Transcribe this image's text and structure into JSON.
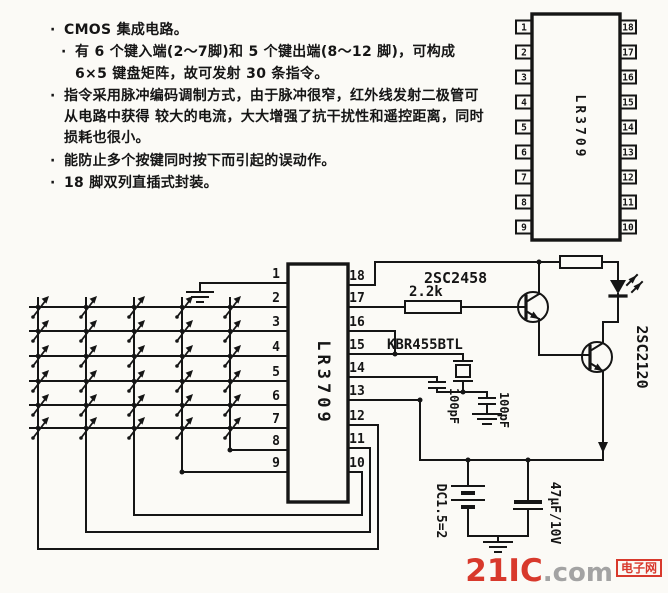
{
  "bullets": [
    "CMOS 集成电路。",
    "有 6 个键入端(2～7脚)和 5 个键出端(8～12 脚)，可构成 6×5 键盘矩阵，故可发射 30 条指令。",
    "指令采用脉冲编码调制方式，由于脉冲很窄，红外线发射二极管可从电路中获得 较大的电流，大大增强了抗干扰性和遥控距离，同时损耗也很小。",
    "能防止多个按键同时按下而引起的误动作。",
    "18 脚双列直插式封装。"
  ],
  "ic_pinout": {
    "label": "LR3709",
    "left_pins": [
      "1",
      "2",
      "3",
      "4",
      "5",
      "6",
      "7",
      "8",
      "9"
    ],
    "right_pins": [
      "18",
      "17",
      "16",
      "15",
      "14",
      "13",
      "12",
      "11",
      "10"
    ]
  },
  "schematic": {
    "ic_label": "LR3709",
    "left_pins": [
      "1",
      "2",
      "3",
      "4",
      "5",
      "6",
      "7",
      "8",
      "9"
    ],
    "right_pins": [
      "18",
      "17",
      "16",
      "15",
      "14",
      "13",
      "12",
      "11",
      "10"
    ],
    "labels": {
      "transistor_top": "2SC2458",
      "transistor_right": "2SC2120",
      "resistor": "2.2k",
      "resonator": "KBR455BTL",
      "cap_a": "100pF",
      "cap_b": "100pF",
      "battery": "DC1.5=2",
      "cap_power": "47μF/10V"
    }
  },
  "watermark": {
    "brand": "21IC",
    "domain": ".com",
    "suffix": "电子网"
  },
  "colors": {
    "ink": "#151515",
    "brand_red": "#d8392c",
    "brand_gray": "#a3a3a3"
  }
}
